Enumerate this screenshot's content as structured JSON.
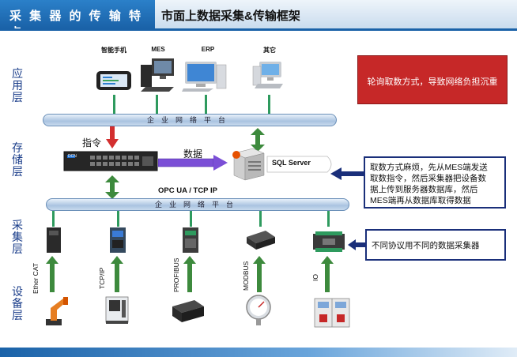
{
  "header": {
    "left_title": "采 集 器 的 传 输 特 点",
    "right_title": "市面上数据采集&传输框架"
  },
  "layers": {
    "app": "应用层",
    "storage": "存储层",
    "collect": "采集层",
    "device": "设备层"
  },
  "apps": {
    "phone": "智能手机",
    "mes": "MES",
    "erp": "ERP",
    "other": "其它"
  },
  "buses": {
    "top": "企业网络平台",
    "mid": "企业网络平台"
  },
  "storage": {
    "command": "指令",
    "data": "数据",
    "sql": "SQL Server",
    "opc": "OPC UA / TCP IP",
    "switch_brand": "DCN"
  },
  "protocols": [
    "Ether CAT",
    "TCP/IP",
    "PROFIBUS",
    "MODBUS",
    "IO"
  ],
  "notes": {
    "red": "轮询取数方式，导致网络负担沉重",
    "blue1_lines": [
      "取数方式麻烦，先从MES端发送",
      "取数指令，然后采集器把设备数",
      "据上传到服务器数据库，然后",
      "MES端再从数据库取得数据"
    ],
    "blue2": "不同协议用不同的数据采集器"
  },
  "colors": {
    "header_blue": "#1a62a8",
    "accent_red": "#c62828",
    "line_green": "#2e9a5e",
    "arrow_purple": "#6e3fc4",
    "note_border": "#1a2f7a"
  }
}
